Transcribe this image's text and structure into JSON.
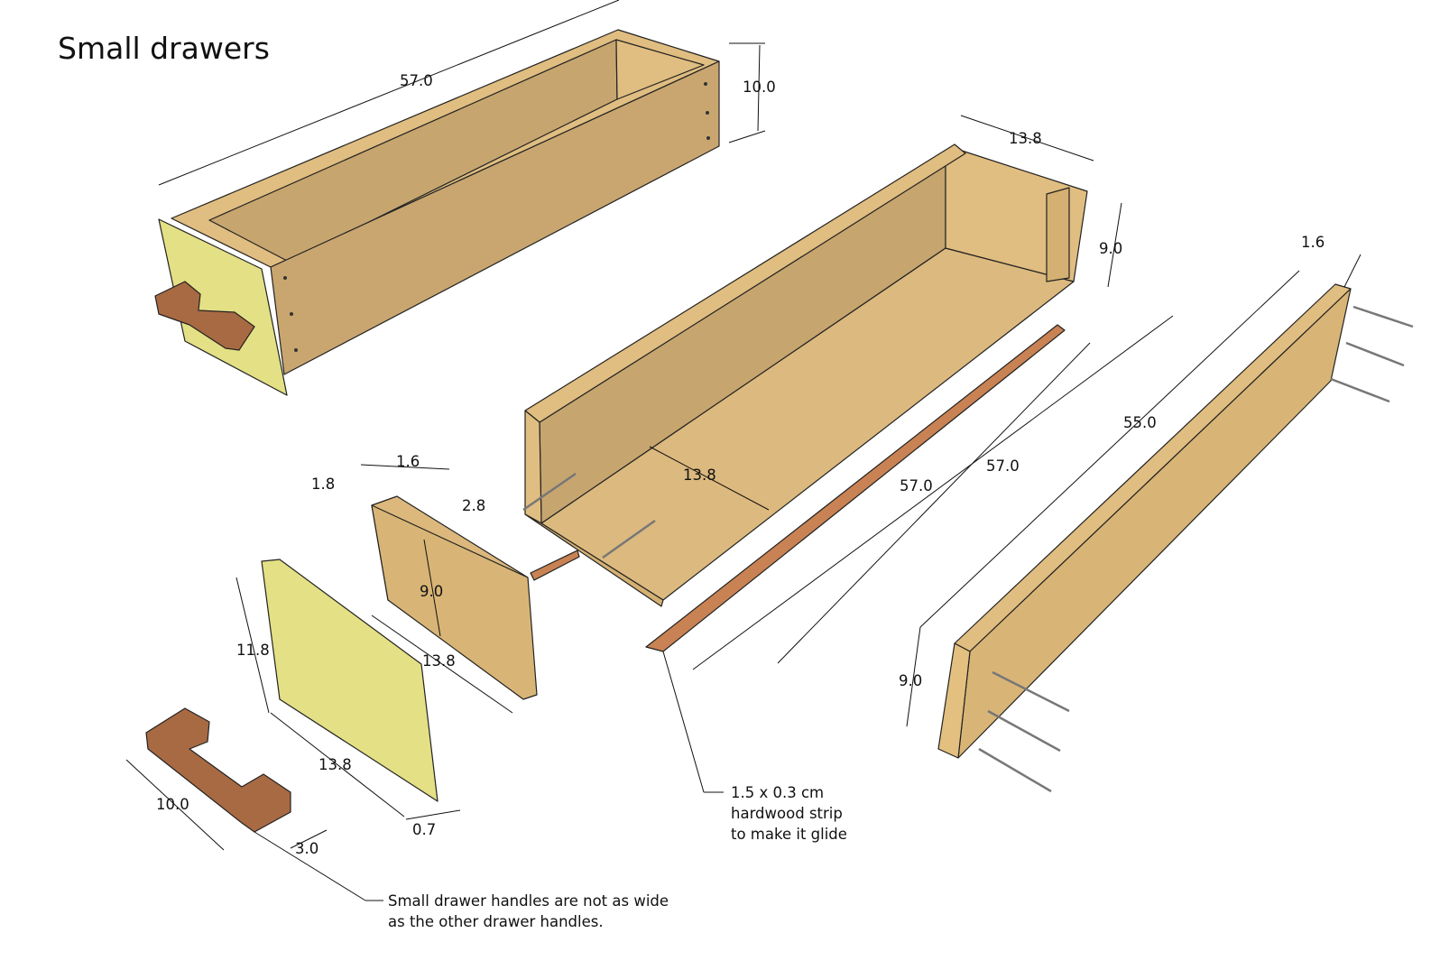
{
  "title": "Small drawers",
  "dimensions": [
    "57.0",
    "10.0",
    "13.8",
    "9.0",
    "1.6",
    "55.0",
    "57.0",
    "57.0",
    "13.8",
    "1.6",
    "1.8",
    "2.8",
    "9.0",
    "13.8",
    "11.8",
    "13.8",
    "10.0",
    "3.0",
    "0.7",
    "9.0"
  ],
  "notes": {
    "strip": "1.5 x 0.3 cm\nhardwood strip\nto make it glide",
    "handles": "Small drawer handles are not as wide\nas the other drawer handles."
  },
  "colors": {
    "wood_light": "#e0bd80",
    "wood_mid": "#d4b072",
    "wood_dark": "#c6a56f",
    "front_yellow": "#e4e085",
    "handle": "#a86a43",
    "strip": "#c98253"
  }
}
